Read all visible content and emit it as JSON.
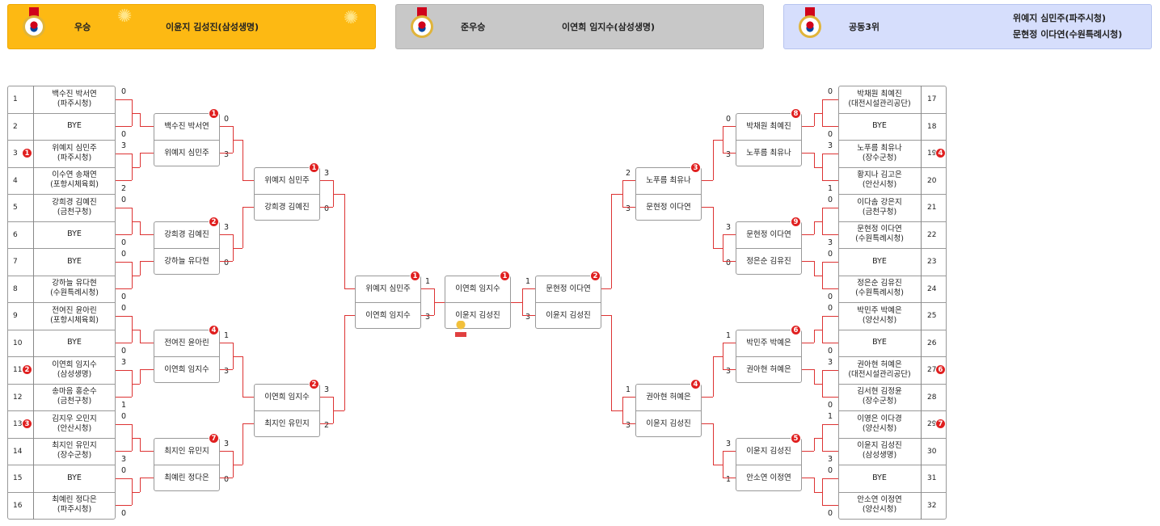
{
  "banners": {
    "winner": {
      "label": "우승",
      "names": "이윤지 김성진(삼성생명)"
    },
    "runner": {
      "label": "준우승",
      "names": "이연희 임지수(삼성생명)"
    },
    "third": {
      "label": "공동3위",
      "names1": "위예지 심민주(파주시청)",
      "names2": "문현정 이다연(수원특례시청)"
    }
  },
  "left": [
    {
      "seed": "1",
      "name": "백수진 박서연\n(파주시청)",
      "score": "0"
    },
    {
      "seed": "2",
      "name": "BYE",
      "score": "0"
    },
    {
      "seed": "3",
      "name": "위예지 심민주\n(파주시청)",
      "score": "3",
      "badge": "1"
    },
    {
      "seed": "4",
      "name": "이수연 송채연\n(포항시체육회)",
      "score": "2"
    },
    {
      "seed": "5",
      "name": "강희경 김예진\n(금천구청)",
      "score": "0"
    },
    {
      "seed": "6",
      "name": "BYE",
      "score": "0"
    },
    {
      "seed": "7",
      "name": "BYE",
      "score": "0"
    },
    {
      "seed": "8",
      "name": "강하늘 유다현\n(수원특례시청)",
      "score": "0"
    },
    {
      "seed": "9",
      "name": "전여진 윤아린\n(포항시체육회)",
      "score": "0"
    },
    {
      "seed": "10",
      "name": "BYE",
      "score": "0"
    },
    {
      "seed": "11",
      "name": "이연희 임지수\n(삼성생명)",
      "score": "3",
      "badge": "2"
    },
    {
      "seed": "12",
      "name": "송마음 홍순수\n(금천구청)",
      "score": "1"
    },
    {
      "seed": "13",
      "name": "김지우 오민지\n(안산시청)",
      "score": "0",
      "badge": "3"
    },
    {
      "seed": "14",
      "name": "최지인 유민지\n(장수군청)",
      "score": "3"
    },
    {
      "seed": "15",
      "name": "BYE",
      "score": "0"
    },
    {
      "seed": "16",
      "name": "최예린 정다은\n(파주시청)",
      "score": "0"
    }
  ],
  "right": [
    {
      "seed": "17",
      "name": "박채원 최예진\n(대전시설관리공단)",
      "score": "0"
    },
    {
      "seed": "18",
      "name": "BYE",
      "score": "0"
    },
    {
      "seed": "19",
      "name": "노푸름 최유나\n(장수군청)",
      "score": "3",
      "badge": "4"
    },
    {
      "seed": "20",
      "name": "황지나 김고은\n(안산시청)",
      "score": "1"
    },
    {
      "seed": "21",
      "name": "이다솜 강은지\n(금천구청)",
      "score": "0"
    },
    {
      "seed": "22",
      "name": "문현정 이다연\n(수원특례시청)",
      "score": "3"
    },
    {
      "seed": "23",
      "name": "BYE",
      "score": "0"
    },
    {
      "seed": "24",
      "name": "정은순 김유진\n(수원특례시청)",
      "score": "0"
    },
    {
      "seed": "25",
      "name": "박민주 박예은\n(양산시청)",
      "score": "0"
    },
    {
      "seed": "26",
      "name": "BYE",
      "score": "0"
    },
    {
      "seed": "27",
      "name": "권아현 허예은\n(대전시설관리공단)",
      "score": "3",
      "badge": "6"
    },
    {
      "seed": "28",
      "name": "김서현 김정윤\n(장수군청)",
      "score": "0"
    },
    {
      "seed": "29",
      "name": "이영은 이다경\n(양산시청)",
      "score": "1",
      "badge": "7"
    },
    {
      "seed": "30",
      "name": "이윤지 김성진\n(삼성생명)",
      "score": "3"
    },
    {
      "seed": "31",
      "name": "BYE",
      "score": "0"
    },
    {
      "seed": "32",
      "name": "안소연 이정연\n(양산시청)",
      "score": "0"
    }
  ],
  "r2left": [
    {
      "top": "백수진 박서연",
      "bot": "위예지 심민주",
      "s1": "0",
      "s2": "3",
      "badge": "1"
    },
    {
      "top": "강희경 김예진",
      "bot": "강하늘 유다현",
      "s1": "3",
      "s2": "0",
      "badge": "2"
    },
    {
      "top": "전여진 윤아린",
      "bot": "이연희 임지수",
      "s1": "1",
      "s2": "3",
      "badge": "4"
    },
    {
      "top": "최지인 유민지",
      "bot": "최예린 정다은",
      "s1": "3",
      "s2": "0",
      "badge": "7"
    }
  ],
  "r3left": [
    {
      "top": "위예지 심민주",
      "bot": "강희경 김예진",
      "s1": "3",
      "s2": "0",
      "badge": "1"
    },
    {
      "top": "이연희 임지수",
      "bot": "최지인 유민지",
      "s1": "3",
      "s2": "2",
      "badge": "2"
    }
  ],
  "sfleft": {
    "top": "위예지 심민주",
    "bot": "이연희 임지수",
    "s1": "1",
    "s2": "3",
    "badge": "1"
  },
  "final": {
    "top": "이연희 임지수",
    "bot": "이윤지 김성진",
    "badge": "1"
  },
  "sfright": {
    "top": "문현정 이다연",
    "bot": "이윤지 김성진",
    "s1": "1",
    "s2": "3",
    "badge": "2"
  },
  "r3right": [
    {
      "top": "노푸름 최유나",
      "bot": "문현정 이다연",
      "s1": "2",
      "s2": "3",
      "badge": "3"
    },
    {
      "top": "권아현 허예은",
      "bot": "이윤지 김성진",
      "s1": "1",
      "s2": "3",
      "badge": "4"
    }
  ],
  "r2right": [
    {
      "top": "박채원 최예진",
      "bot": "노푸름 최유나",
      "s1": "0",
      "s2": "3",
      "badge": "8"
    },
    {
      "top": "문현정 이다연",
      "bot": "정은순 김유진",
      "s1": "3",
      "s2": "0",
      "badge": "9"
    },
    {
      "top": "박민주 박예은",
      "bot": "권아현 허예은",
      "s1": "1",
      "s2": "3",
      "badge": "6"
    },
    {
      "top": "이윤지 김성진",
      "bot": "안소연 이정연",
      "s1": "3",
      "s2": "1",
      "badge": "5"
    }
  ]
}
